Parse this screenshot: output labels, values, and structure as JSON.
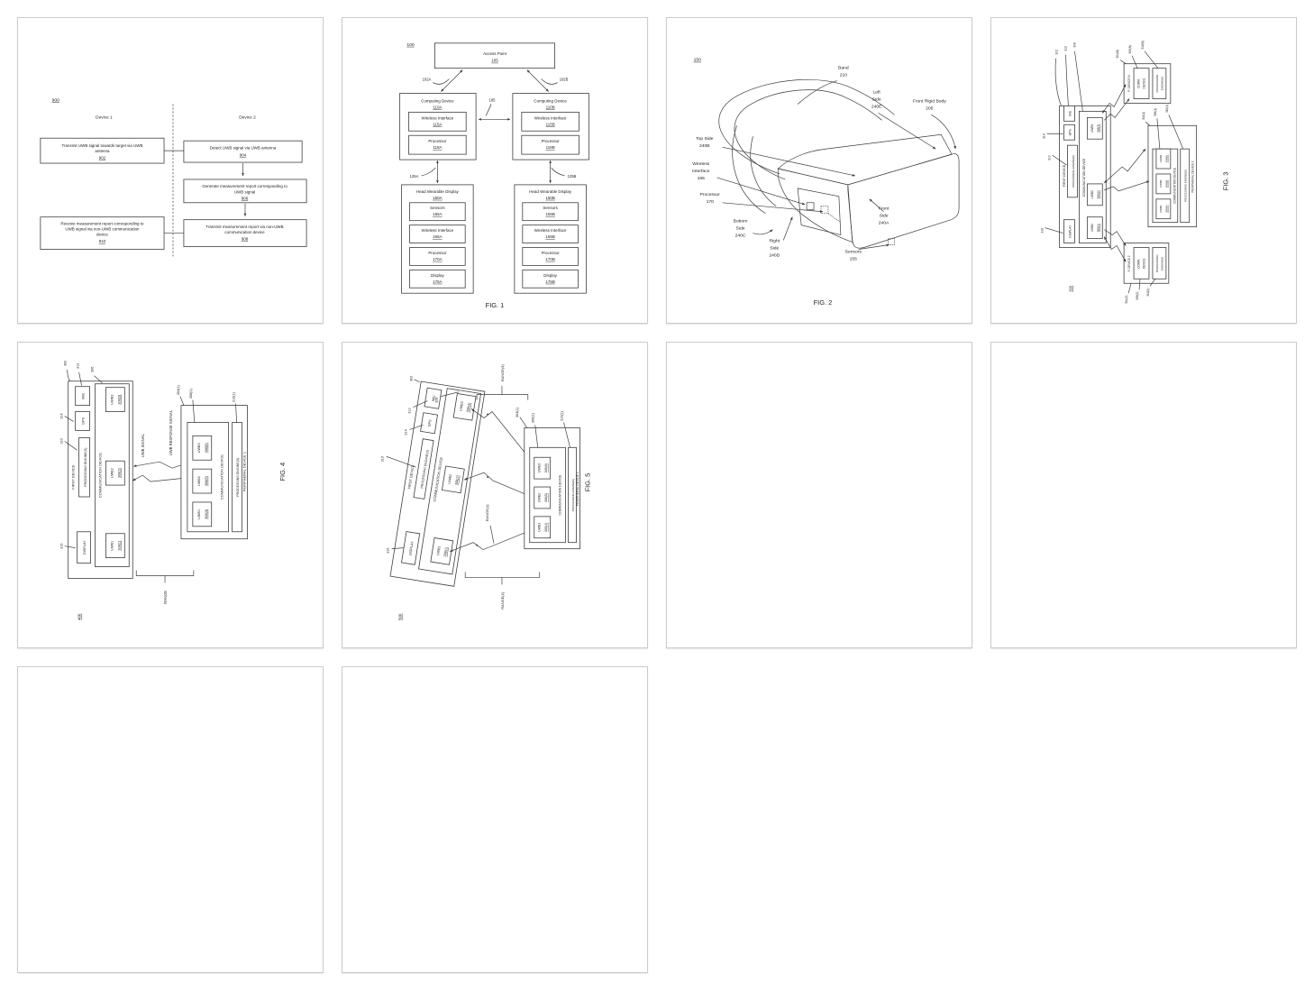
{
  "meta": {
    "page_border": "#cbcbcb",
    "ink": "#222222",
    "line": "#3d3d3d"
  },
  "fig900": {
    "ref": "900",
    "device1": "Device 1",
    "device2": "Device 2",
    "b902_l1": "Transmit UWB signal towards target via UWB",
    "b902_l2": "antenna",
    "b902_n": "902",
    "b904_l1": "Detect UWB signal via UWB antenna",
    "b904_n": "904",
    "b906_l1": "Generate measurement report corresponding to",
    "b906_l2": "UWB signal",
    "b906_n": "906",
    "b908_l1": "Transmit measurement report via non-UWB",
    "b908_l2": "communication device",
    "b908_n": "908",
    "b910_l1": "Receive measurement report corresponding to",
    "b910_l2": "UWB signal via non-UWB communication",
    "b910_l3": "device",
    "b910_n": "910"
  },
  "fig1": {
    "ref": "100",
    "caption": "FIG. 1",
    "access_point": "Access Point",
    "n105": "105",
    "n102a": "102A",
    "n102b": "102B",
    "n185": "185",
    "n125a": "125A",
    "n125b": "125B",
    "computing_device": "Computing Device",
    "n110a": "110A",
    "n110b": "110B",
    "wireless_interface": "Wireless Interface",
    "n115a": "115A",
    "n115b": "115B",
    "processor": "Processor",
    "n118a": "118A",
    "n118b": "118B",
    "head_wearable_display": "Head Wearable Display",
    "n150a": "150A",
    "n150b": "150B",
    "sensors": "Sensors",
    "n155a": "155A",
    "n155b": "155B",
    "n165a": "165A",
    "n165b": "165B",
    "n170a": "170A",
    "n170b": "170B",
    "display": "Display",
    "n175a": "175A",
    "n175b": "175B"
  },
  "fig2": {
    "ref": "150",
    "caption": "FIG. 2",
    "band_l1": "Band",
    "band_l2": "210",
    "left_l1": "Left",
    "left_l2": "Side",
    "left_l3": "240E",
    "frb_l1": "Front Rigid Body",
    "frb_l2": "205",
    "top_l1": "Top Side",
    "top_l2": "240B",
    "wi_l1": "Wireless",
    "wi_l2": "Interface",
    "wi_l3": "165",
    "proc_l1": "Processor",
    "proc_l2": "170",
    "bottom_l1": "Bottom",
    "bottom_l2": "Side",
    "bottom_l3": "240C",
    "right_l1": "Right",
    "right_l2": "Side",
    "right_l3": "240D",
    "front_l1": "Front",
    "front_l2": "Side",
    "front_l3": "240A",
    "sensors_l1": "Sensors",
    "sensors_l2": "155"
  },
  "dev": {
    "first_device": "FIRST DEVICE",
    "communication_device": "COMMUNICATION DEVICE",
    "processing_engines": "PROCESSING ENGINE(S)",
    "display": "DISPLAY",
    "gps": "GPS",
    "imu": "IMU",
    "uwb1": "UWB1",
    "uwb2": "UWB2",
    "uwb3": "UWB3",
    "n302": "302",
    "n306": "306",
    "n310": "310",
    "n312": "312",
    "n314": "314",
    "n316": "316",
    "n308_1": "308(1)",
    "n308_2": "308(2)",
    "n308_3": "308(3)",
    "n308_4": "308(4)",
    "n308_5": "308(5)",
    "n308_6": "308(6)",
    "peripheral_device_1": "PERIPHERAL DEVICE 1",
    "n304_1": "304(1)",
    "n306_1": "306(1)",
    "n310_1": "310(1)"
  },
  "fig3": {
    "ref": "300",
    "caption": "FIG. 3",
    "p_device_n": "P. DEVICE N",
    "p_device_2": "P. DEVICE 2",
    "comm_l1": "COMM.",
    "comm_l2": "DEVICE",
    "pe_l1": "PROCESSING",
    "pe_l2": "ENGINE(S)",
    "n304_n": "304(N)",
    "n306_n": "306(N)",
    "n310_n": "310(N)",
    "n304_2": "304(2)",
    "n306_2": "306(2)",
    "n310_2": "310(2)"
  },
  "fig4": {
    "ref": "400",
    "caption": "FIG. 4",
    "uwb_signal": "UWB SIGNAL",
    "uwb_response_signal": "UWB RESPONSE SIGNAL",
    "range": "RANGE"
  },
  "fig5": {
    "ref": "500",
    "caption": "FIG. 5",
    "range1": "RANGE(1)",
    "range2": "RANGE(2)",
    "range3": "RANGE(3)"
  }
}
